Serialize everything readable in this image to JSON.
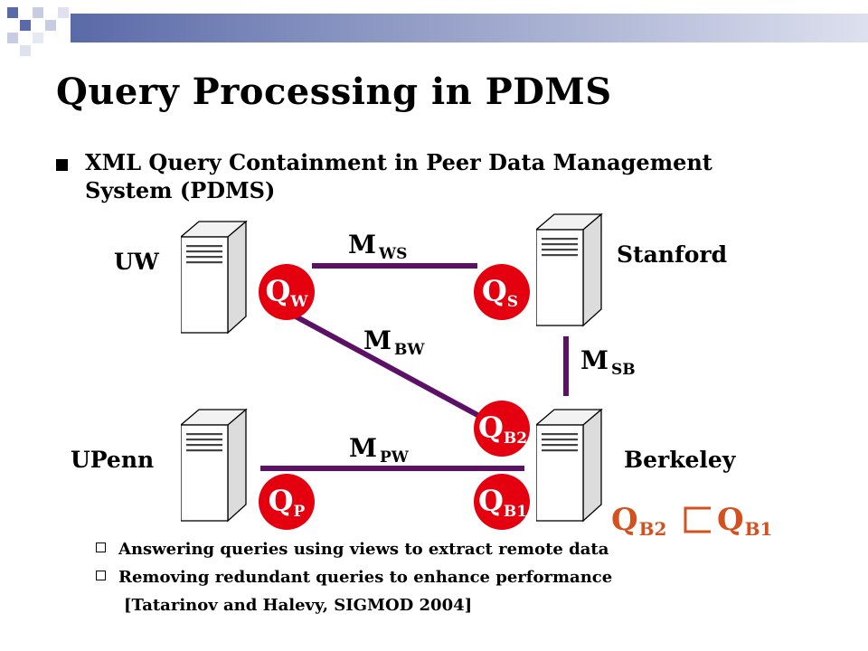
{
  "slide": {
    "title": "Query Processing in PDMS",
    "bullet": "XML Query Containment in Peer Data Management System (PDMS)",
    "subbullets": [
      "Answering queries using views to extract remote data",
      "Removing redundant queries to enhance performance"
    ],
    "citation": "[Tatarinov and Halevy, SIGMOD 2004]"
  },
  "diagram": {
    "sites": {
      "uw": "UW",
      "stanford": "Stanford",
      "upenn": "UPenn",
      "berkeley": "Berkeley"
    },
    "queries": {
      "qw": {
        "base": "Q",
        "sub": "W"
      },
      "qs": {
        "base": "Q",
        "sub": "S"
      },
      "qp": {
        "base": "Q",
        "sub": "P"
      },
      "qb2": {
        "base": "Q",
        "sub": "B2"
      },
      "qb1": {
        "base": "Q",
        "sub": "B1"
      }
    },
    "mappings": {
      "mws": {
        "base": "M",
        "sub": "WS"
      },
      "mbw": {
        "base": "M",
        "sub": "BW"
      },
      "msb": {
        "base": "M",
        "sub": "SB"
      },
      "mpw": {
        "base": "M",
        "sub": "PW"
      }
    },
    "containment": {
      "left": {
        "base": "Q",
        "sub": "B2"
      },
      "right": {
        "base": "Q",
        "sub": "B1"
      }
    }
  },
  "colors": {
    "query_fill": "#e4000f",
    "mapping_line": "#5c1166",
    "containment_text": "#d4501e",
    "deco_blue": "#5a6aa8"
  }
}
